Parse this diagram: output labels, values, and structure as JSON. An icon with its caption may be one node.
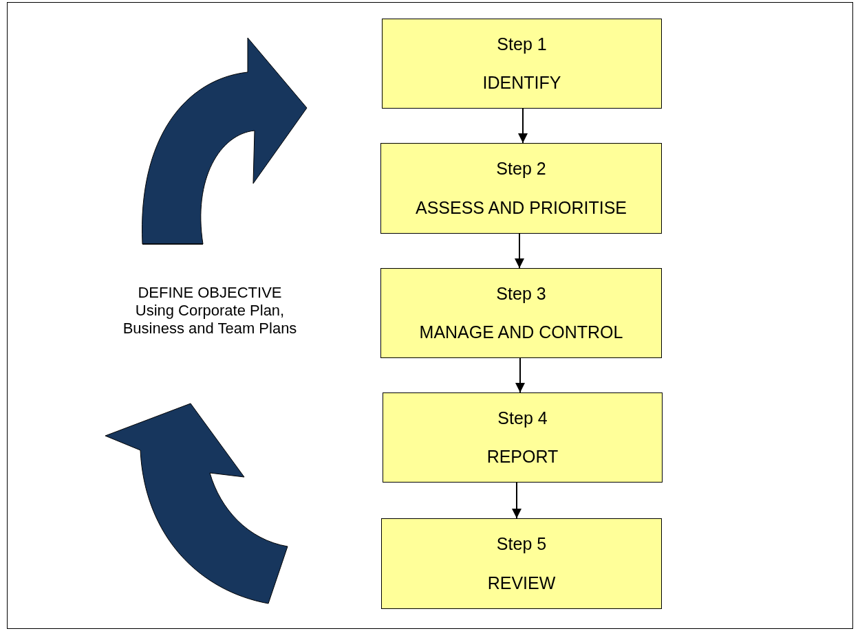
{
  "diagram": {
    "nodes": [
      {
        "text": [
          "Step 1",
          "IDENTIFY"
        ]
      },
      {
        "text": [
          "Step 2",
          "ASSESS AND PRIORITISE"
        ]
      },
      {
        "text": [
          "Step 3",
          "MANAGE AND CONTROL"
        ]
      },
      {
        "text": [
          "Step 4",
          "REPORT"
        ]
      },
      {
        "text": [
          "Step 5",
          "REVIEW"
        ]
      }
    ],
    "edges": [
      {
        "from": 0,
        "to": 1,
        "arrow": "to"
      },
      {
        "from": 1,
        "to": 2,
        "arrow": "to"
      },
      {
        "from": 2,
        "to": 3,
        "arrow": "to"
      },
      {
        "from": 3,
        "to": 4,
        "arrow": "to"
      }
    ],
    "labels": [
      "DEFINE OBJECTIVE",
      "Using Corporate Plan, Business and Team Plans"
    ]
  }
}
